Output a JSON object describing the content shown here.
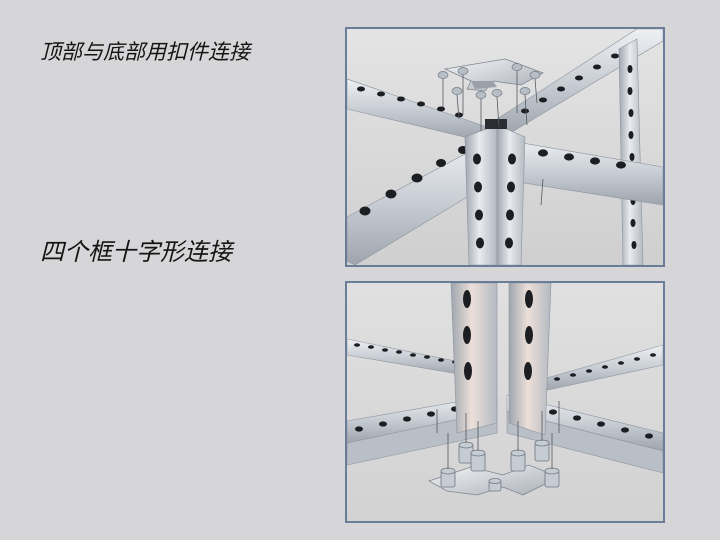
{
  "captions": {
    "top": "顶部与底部用扣件连接",
    "middle": "四个框十字形连接"
  },
  "panels": {
    "top": {
      "icon": "top-cross-connector-render"
    },
    "bottom": {
      "icon": "bottom-cross-connector-render"
    }
  },
  "colors": {
    "background": "#d6d6d8",
    "panel_border": "#6a7d98",
    "steel": "#c7ccd3",
    "hole": "#1c1e22"
  }
}
